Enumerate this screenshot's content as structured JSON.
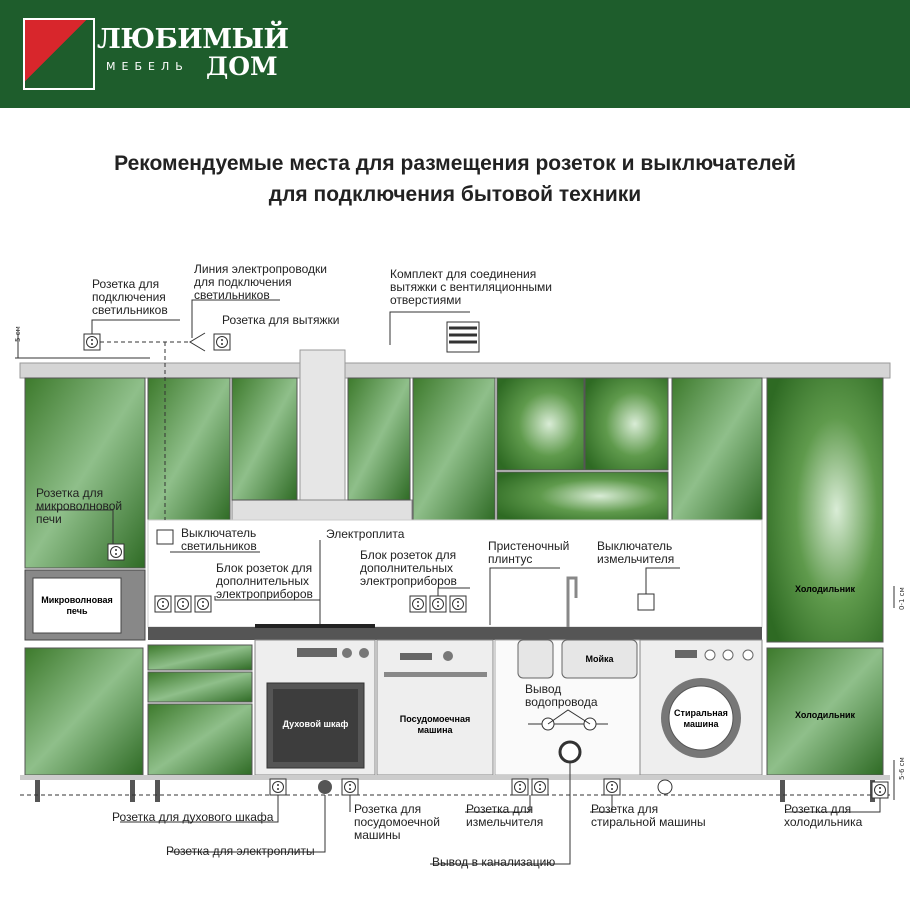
{
  "header": {
    "brand_top": "ЛЮБИМЫЙ",
    "brand_small": "МЕБЕЛЬ",
    "brand_bottom": "ДОМ",
    "colors": {
      "header_bg": "#1e5d2c",
      "logo_red": "#d8262c",
      "cabinet_green": "#3f7d2f"
    }
  },
  "title": {
    "line1": "Рекомендуемые места для размещения розеток и выключателей",
    "line2": "для подключения бытовой техники"
  },
  "labels": {
    "lights_socket": "Розетка для\nподключения\nсветильников",
    "wiring_line": "Линия электропроводки\nдля подключения\nсветильников",
    "hood_socket": "Розетка для вытяжки",
    "hood_kit": "Комплект для соединения\nвытяжки с вентиляционными\nотверстиями",
    "microwave_socket": "Розетка для\nмикроволновой\nпечи",
    "light_switch": "Выключатель\nсветильников",
    "stove": "Электроплита",
    "block_left": "Блок розеток для\nдополнительных\nэлектроприборов",
    "block_mid": "Блок розеток для\nдополнительных\nэлектроприборов",
    "plinth": "Пристеночный\nплинтус",
    "grinder_switch": "Выключатель\nизмельчителя",
    "water_outlet": "Вывод\nводопровода",
    "oven_socket": "Розетка для духового шкафа",
    "stove_socket": "Розетка для электроплиты",
    "dishwasher_socket": "Розетка для\nпосудомоечной\nмашины",
    "grinder_socket": "Розетка для\nизмельчителя",
    "drain": "Вывод в канализацию",
    "washer_socket": "Розетка для\nстиральной машины",
    "fridge_socket": "Розетка для\nхолодильника"
  },
  "appliances": {
    "microwave": "Микроволновая\nпечь",
    "oven": "Духовой шкаф",
    "dishwasher": "Посудомоечная\nмашина",
    "sink": "Мойка",
    "washer": "Стиральная\nмашина",
    "fridge_top": "Холодильник",
    "fridge_bottom": "Холодильник"
  },
  "dimensions": {
    "top": "5 см",
    "right_mid": "0-1 см",
    "right_bottom": "5-6 см"
  }
}
